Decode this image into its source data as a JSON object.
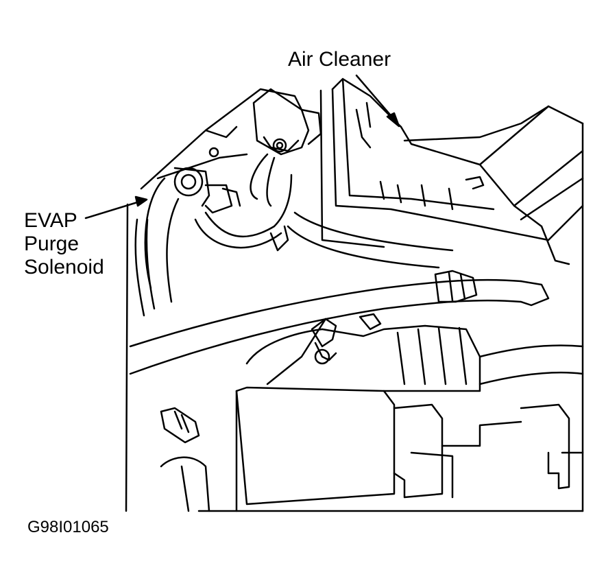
{
  "diagram": {
    "figure_id": "G98I01065",
    "callouts": {
      "air_cleaner": "Air Cleaner",
      "evap_line1": "EVAP",
      "evap_line2": "Purge",
      "evap_line3": "Solenoid"
    }
  }
}
